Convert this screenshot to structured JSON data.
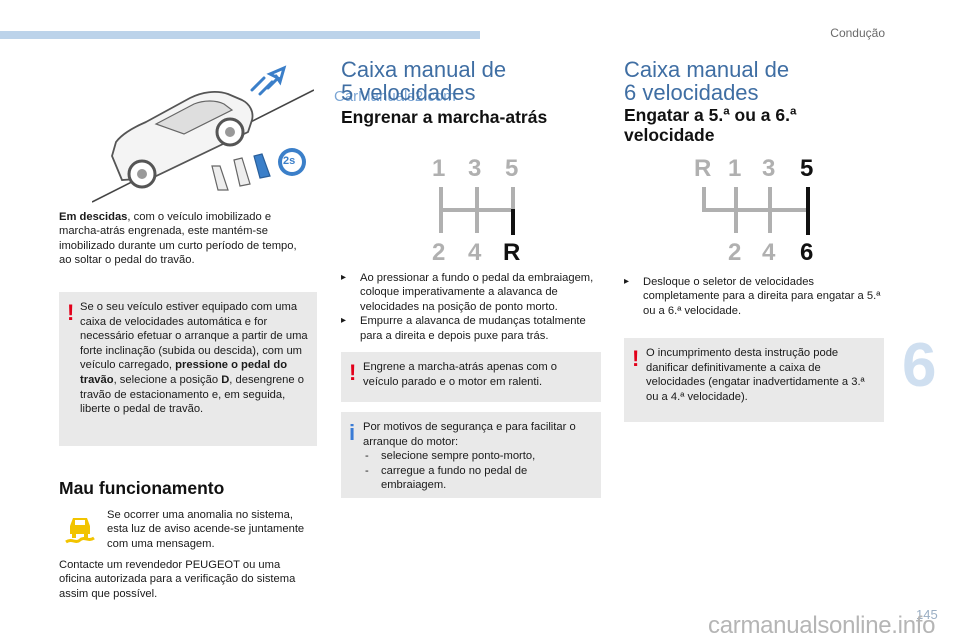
{
  "header": {
    "section": "Condução",
    "chapter": "6",
    "page": "145"
  },
  "watermarks": {
    "top": "CarManuals2.com",
    "bottom": "carmanualsonline.info"
  },
  "left": {
    "intro_bold": "Em descidas",
    "intro_rest": ", com o veículo imobilizado e marcha-atrás engrenada, este mantém-se imobilizado durante um curto período de tempo, ao soltar o pedal do travão.",
    "warning": {
      "p1": "Se o seu veículo estiver equipado com uma caixa de velocidades automática e for necessário efetuar o arranque a partir de uma forte inclinação (subida ou descida), com um veículo carregado, ",
      "bold": "pressione o pedal do travão",
      "p2": ", selecione a posição ",
      "d": "D",
      "p3": ", desengrene o travão de estacionamento e, em seguida, liberte o pedal de travão."
    },
    "malfunction_title": "Mau funcionamento",
    "malfunction_text": "Se ocorrer uma anomalia no sistema, esta luz de aviso acende-se juntamente com uma mensagem.",
    "contact_text": "Contacte um revendedor PEUGEOT ou uma oficina autorizada para a verificação do sistema assim que possível.",
    "hill_badge": "2s"
  },
  "middle": {
    "title_line1": "Caixa manual de",
    "title_line2": "5 velocidades",
    "subtitle": "Engrenar a marcha-atrás",
    "gears_top": [
      "1",
      "3",
      "5"
    ],
    "gears_bottom": [
      "2",
      "4",
      "R"
    ],
    "bullet1": "Ao pressionar a fundo o pedal da embraiagem, coloque imperativamente a alavanca de velocidades na posição de ponto morto.",
    "bullet2": "Empurre a alavanca de mudanças totalmente para a direita e depois puxe para trás.",
    "warning": "Engrene a marcha-atrás apenas com o veículo parado e o motor em ralenti.",
    "info_intro": "Por motivos de segurança e para facilitar o arranque do motor:",
    "info_items": [
      "selecione sempre ponto-morto,",
      "carregue a fundo no pedal de embraiagem."
    ],
    "dash": "-"
  },
  "right": {
    "title_line1": "Caixa manual de",
    "title_line2": "6 velocidades",
    "subtitle_line1": "Engatar a 5.ª ou a 6.ª",
    "subtitle_line2": "velocidade",
    "gears_top": [
      "R",
      "1",
      "3",
      "5"
    ],
    "gears_bottom": [
      "2",
      "4",
      "6"
    ],
    "bullet": "Desloque o seletor de velocidades completamente para a direita para engatar a 5.ª ou a 6.ª velocidade.",
    "warning": "O incumprimento desta instrução pode danificar definitivamente a caixa de velocidades (engatar inadvertidamente a 3.ª ou a 4.ª velocidade)."
  },
  "colors": {
    "warning_mark": "#e2001a",
    "info_mark": "#3a7bd5",
    "accent_blue": "#3f6ea3",
    "gear_grey": "#b0b0b0",
    "icon_yellow": "#f2c400"
  },
  "glyphs": {
    "bullet": "",
    "warning": "!",
    "info": "i"
  }
}
